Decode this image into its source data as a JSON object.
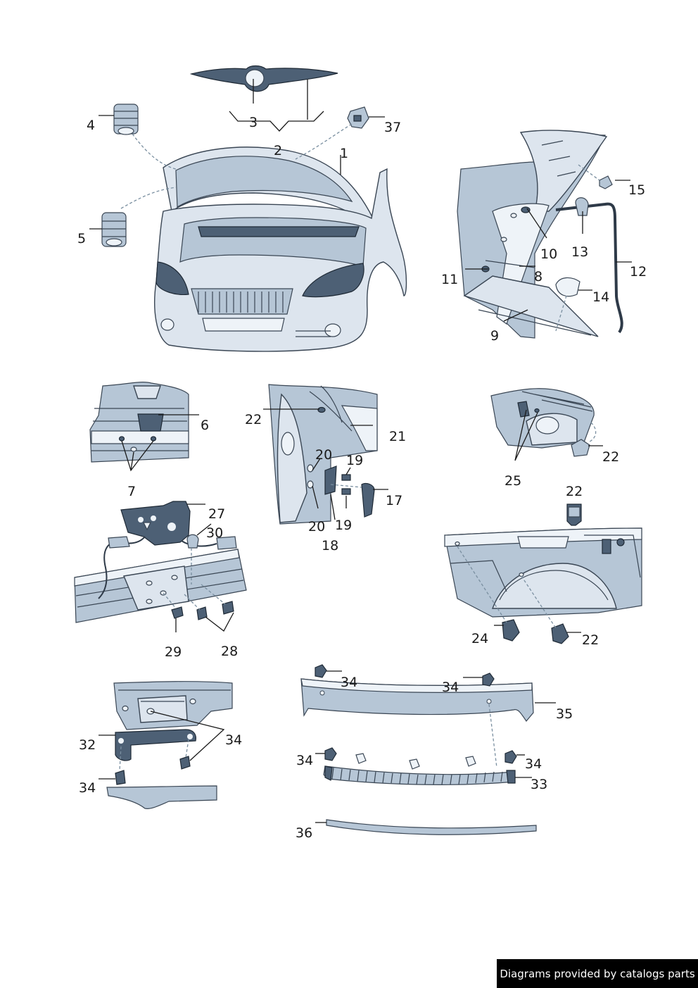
{
  "credit": "Diagrams provided by catalogs parts",
  "callouts": {
    "c1": "1",
    "c2": "2",
    "c3": "3",
    "c4": "4",
    "c5": "5",
    "c37": "37",
    "c15": "15",
    "c10": "10",
    "c13": "13",
    "c12": "12",
    "c11": "11",
    "c8": "8",
    "c14": "14",
    "c9": "9",
    "c6": "6",
    "c7": "7",
    "c22a": "22",
    "c21": "21",
    "c20a": "20",
    "c19a": "19",
    "c17": "17",
    "c20b": "20",
    "c19b": "19",
    "c18": "18",
    "c25": "25",
    "c22b": "22",
    "c27": "27",
    "c30": "30",
    "c29": "29",
    "c28": "28",
    "c22c": "22",
    "c24": "24",
    "c22d": "22",
    "c34a": "34",
    "c34b": "34",
    "c35": "35",
    "c34c": "34",
    "c34d": "34",
    "c33": "33",
    "c36": "36",
    "c32": "32",
    "c34e": "34",
    "c34f": "34"
  },
  "colors": {
    "part_fill": "#dde5ee",
    "part_shade": "#b6c6d6",
    "part_dark": "#4d6075",
    "ink": "#1a1a1a"
  }
}
